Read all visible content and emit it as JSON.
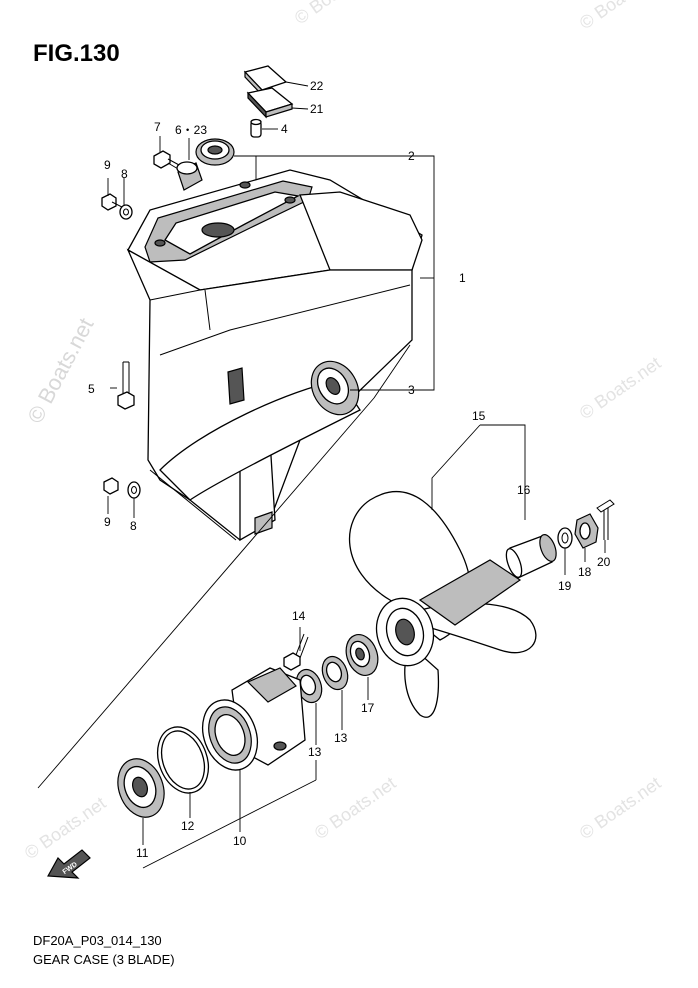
{
  "figure": {
    "title": "FIG.130",
    "code": "DF20A_P03_014_130",
    "name": "GEAR CASE (3 BLADE)"
  },
  "watermark": "© Boats.net",
  "direction_tag": "FWD",
  "callouts": [
    {
      "id": "c22",
      "label": "22"
    },
    {
      "id": "c21",
      "label": "21"
    },
    {
      "id": "c4",
      "label": "4"
    },
    {
      "id": "c7",
      "label": "7"
    },
    {
      "id": "c6-23",
      "label": "6・23"
    },
    {
      "id": "c2",
      "label": "2"
    },
    {
      "id": "c9a",
      "label": "9"
    },
    {
      "id": "c8a",
      "label": "8"
    },
    {
      "id": "c1",
      "label": "1"
    },
    {
      "id": "c5",
      "label": "5"
    },
    {
      "id": "c3",
      "label": "3"
    },
    {
      "id": "c15",
      "label": "15"
    },
    {
      "id": "c16",
      "label": "16"
    },
    {
      "id": "c9b",
      "label": "9"
    },
    {
      "id": "c8b",
      "label": "8"
    },
    {
      "id": "c20",
      "label": "20"
    },
    {
      "id": "c18",
      "label": "18"
    },
    {
      "id": "c19",
      "label": "19"
    },
    {
      "id": "c14",
      "label": "14"
    },
    {
      "id": "c17",
      "label": "17"
    },
    {
      "id": "c13a",
      "label": "13"
    },
    {
      "id": "c13b",
      "label": "13"
    },
    {
      "id": "c12",
      "label": "12"
    },
    {
      "id": "c10",
      "label": "10"
    },
    {
      "id": "c11",
      "label": "11"
    }
  ]
}
